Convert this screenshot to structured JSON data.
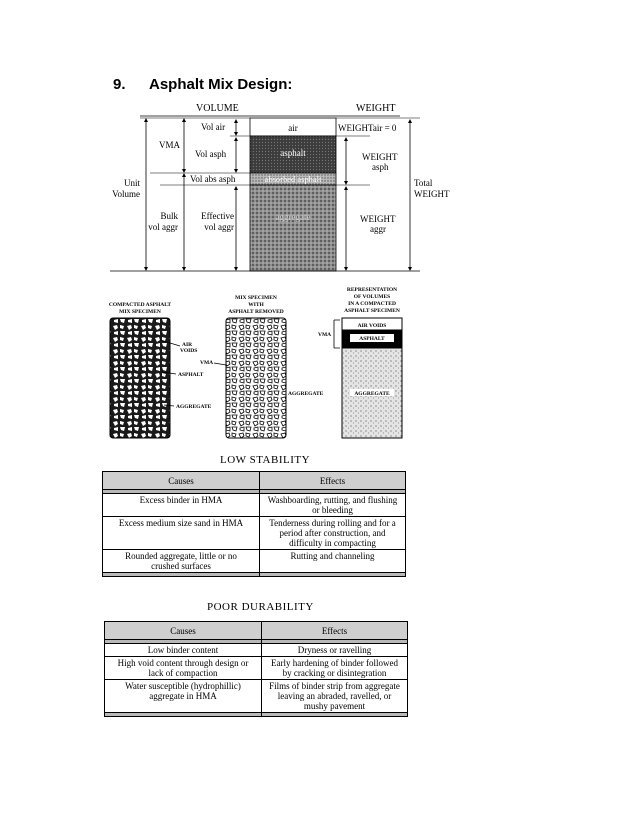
{
  "heading": {
    "number": "9.",
    "title": "Asphalt Mix Design:"
  },
  "phase_diagram": {
    "volume_header": "VOLUME",
    "weight_header": "WEIGHT",
    "vma": "VMA",
    "unit_volume": [
      "Unit",
      "Volume"
    ],
    "vol_air": "Vol air",
    "vol_asph": "Vol asph",
    "vol_abs_asph": "Vol abs asph",
    "bulk_vol_aggr": [
      "Bulk",
      "vol aggr"
    ],
    "effective_vol_aggr": [
      "Effective",
      "vol aggr"
    ],
    "layer_air": "air",
    "layer_asphalt": "asphalt",
    "layer_absorbed": "absorbed asphalt",
    "layer_aggregate": "aggregate",
    "weight_air": "WEIGHTair = 0",
    "weight_asph": [
      "WEIGHT",
      "asph"
    ],
    "weight_aggr": [
      "WEIGHT",
      "aggr"
    ],
    "total_weight": [
      "Total",
      "WEIGHT"
    ]
  },
  "specimens": {
    "compacted_title": [
      "COMPACTED ASPHALT",
      "MIX SPECIMEN"
    ],
    "removed_title": [
      "MIX SPECIMEN",
      "WITH",
      "ASPHALT REMOVED"
    ],
    "representation_title": [
      "REPRESENTATION",
      "OF VOLUMES",
      "IN A COMPACTED",
      "ASPHALT SPECIMEN"
    ],
    "air_voids_label": [
      "AIR",
      "VOIDS"
    ],
    "asphalt_label": "ASPHALT",
    "aggregate_label": "AGGREGATE",
    "vma_label": "VMA",
    "vma_label_2": "VMA",
    "aggregate_label_2": "AGGREGATE",
    "box_air_voids": "AIR VOIDS",
    "box_asphalt": "ASPHALT",
    "box_aggregate": "AGGREGATE"
  },
  "low_stability": {
    "title": "LOW STABILITY",
    "headers": [
      "Causes",
      "Effects"
    ],
    "rows": [
      {
        "cause": [
          "Excess binder in HMA"
        ],
        "effect": [
          "Washboarding, rutting, and flushing",
          "or bleeding"
        ]
      },
      {
        "cause": [
          "Excess medium size sand in HMA"
        ],
        "effect": [
          "Tenderness during rolling and for a",
          "period after construction, and",
          "difficulty in compacting"
        ]
      },
      {
        "cause": [
          "Rounded aggregate, little or no",
          "crushed surfaces"
        ],
        "effect": [
          "Rutting and channeling"
        ]
      }
    ]
  },
  "poor_durability": {
    "title": "POOR DURABILITY",
    "headers": [
      "Causes",
      "Effects"
    ],
    "rows": [
      {
        "cause": [
          "Low binder content"
        ],
        "effect": [
          "Dryness or ravelling"
        ]
      },
      {
        "cause": [
          "High void content through design or",
          "lack of compaction"
        ],
        "effect": [
          "Early hardening of binder followed",
          "by cracking or disintegration"
        ]
      },
      {
        "cause": [
          "Water susceptible (hydrophillic)",
          "aggregate in HMA"
        ],
        "effect": [
          "Films of binder strip from aggregate",
          "leaving an abraded, ravelled, or",
          "mushy pavement"
        ]
      }
    ]
  }
}
